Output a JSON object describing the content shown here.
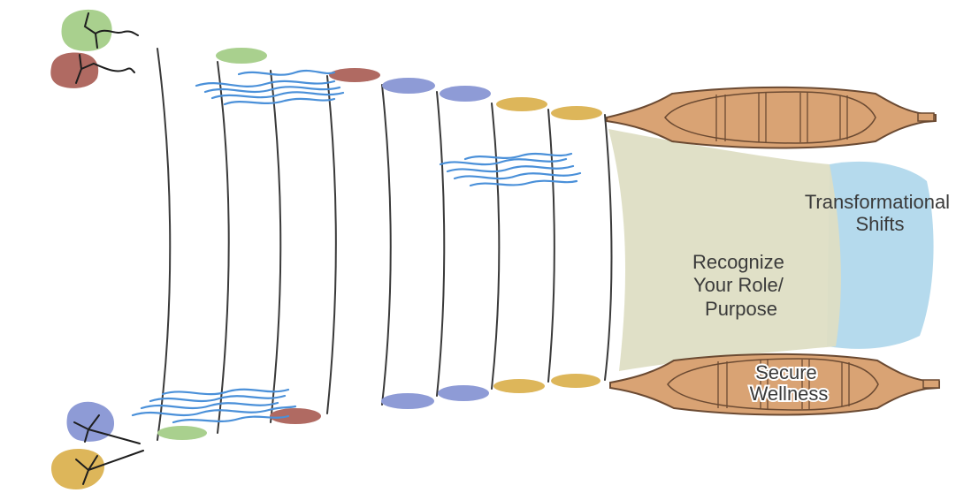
{
  "labels": {
    "transformational_shifts": [
      "Transformational",
      "Shifts"
    ],
    "recognize_role": [
      "Recognize",
      "Your Role/",
      "Purpose"
    ],
    "secure_wellness": [
      "Secure",
      "Wellness"
    ]
  },
  "colors": {
    "green": "#a9d08e",
    "red_brown": "#b06a62",
    "periwinkle": "#8e9bd6",
    "mustard": "#ddb65a",
    "water": "#4a90d9",
    "boat": "#d9a374",
    "boat_line": "#6b4a32",
    "sail_beige": "#dedec4",
    "sail_blue": "#a8d4ea",
    "line": "#3a3a3a"
  },
  "icons": {
    "top_left_stones": "anchor-stones-icon",
    "bottom_left_stones": "anchor-stones-icon",
    "water_waves": "water-waves-icon",
    "top_boat": "boat-icon",
    "bottom_boat": "boat-icon"
  }
}
